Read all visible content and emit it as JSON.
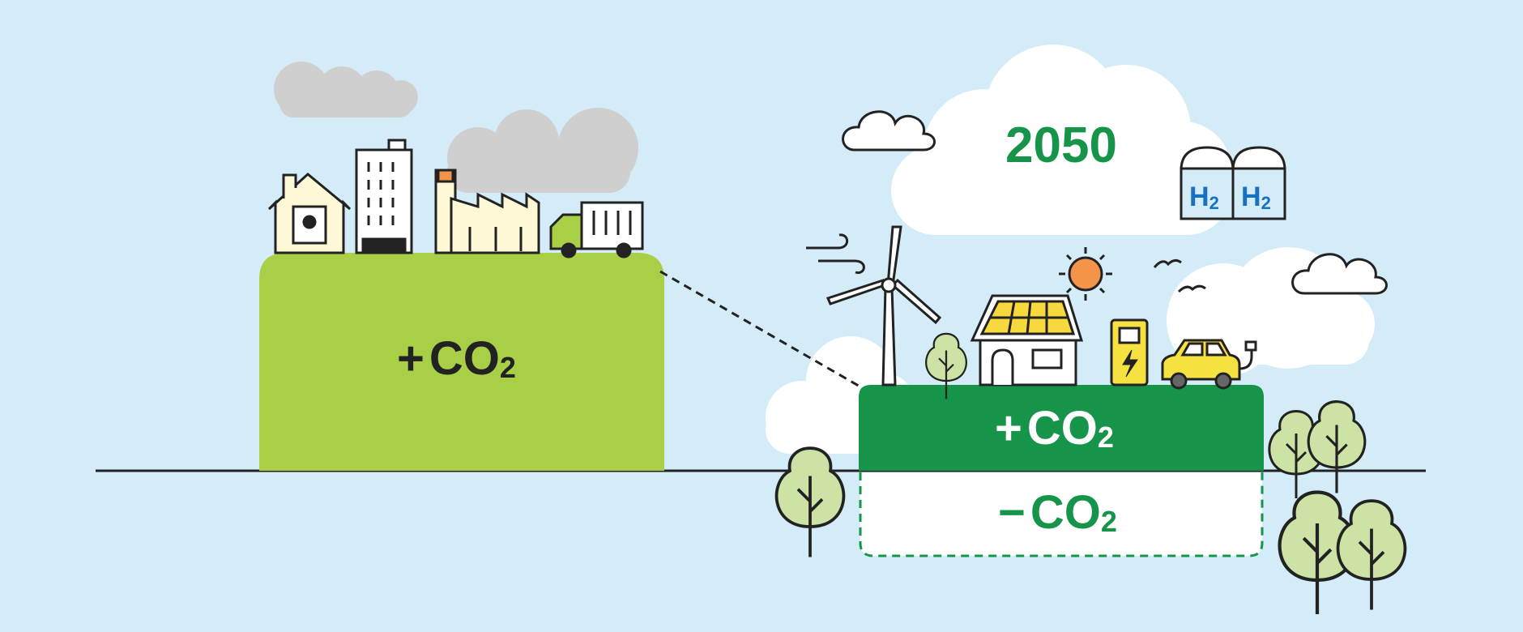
{
  "year": "2050",
  "current_block": {
    "sign": "+",
    "text": "CO",
    "sub": "2"
  },
  "future_emission": {
    "sign": "+",
    "text": "CO",
    "sub": "2"
  },
  "future_removal": {
    "sign": "−",
    "text": "CO",
    "sub": "2"
  },
  "hydrogen_tanks": [
    {
      "text": "H",
      "sub": "2"
    },
    {
      "text": "H",
      "sub": "2"
    }
  ],
  "colors": {
    "sky": "#d4ebf8",
    "current_block": "#a9cf46",
    "future_block": "#16954a",
    "removal_border": "#16954a",
    "smoke": "#cfcfcf",
    "hydrogen_text": "#1672c0",
    "building_fill": "#fff8d6",
    "solar_panel": "#f6d93c",
    "sun": "#f3944a",
    "vehicle": "#f5e13f"
  }
}
